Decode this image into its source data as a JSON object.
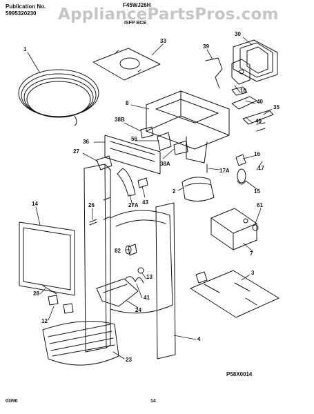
{
  "header": {
    "pub_label": "Publication No.",
    "pub_number": "5995320230",
    "model": "F45WJ26H",
    "section": "ISFP BCE"
  },
  "watermark": "AppliancePartsPros.com",
  "diagram_code": "P58X0014",
  "footer": {
    "date": "03/90",
    "page": "14"
  },
  "callouts": [
    "1",
    "33",
    "30",
    "39",
    "10",
    "8",
    "40",
    "35",
    "38B",
    "49",
    "36",
    "56",
    "16",
    "27",
    "38A",
    "17A",
    "17",
    "43",
    "2",
    "15",
    "27A",
    "14",
    "26",
    "61",
    "82",
    "7",
    "13",
    "3",
    "28",
    "41",
    "24",
    "12",
    "4",
    "23"
  ]
}
